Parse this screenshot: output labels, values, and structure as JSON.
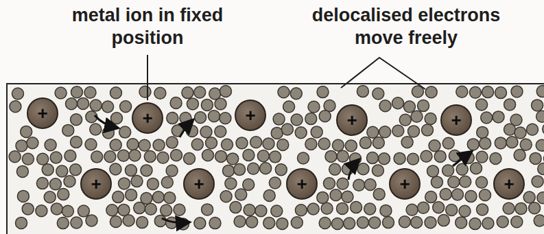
{
  "diagram": {
    "nodes": [
      {
        "text": [
          "+"
        ]
      },
      {
        "text": [
          "+"
        ]
      },
      {
        "text": [
          "+"
        ]
      },
      {
        "text": [
          "+"
        ]
      },
      {
        "text": [
          "+"
        ]
      },
      {
        "text": [
          "+"
        ]
      },
      {
        "text": [
          "+"
        ]
      },
      {
        "text": [
          "+"
        ]
      },
      {
        "text": [
          "+"
        ]
      },
      {
        "text": [
          "+"
        ]
      }
    ],
    "labels": [
      "metal ion in fixed position",
      "delocalised electrons move freely"
    ]
  }
}
